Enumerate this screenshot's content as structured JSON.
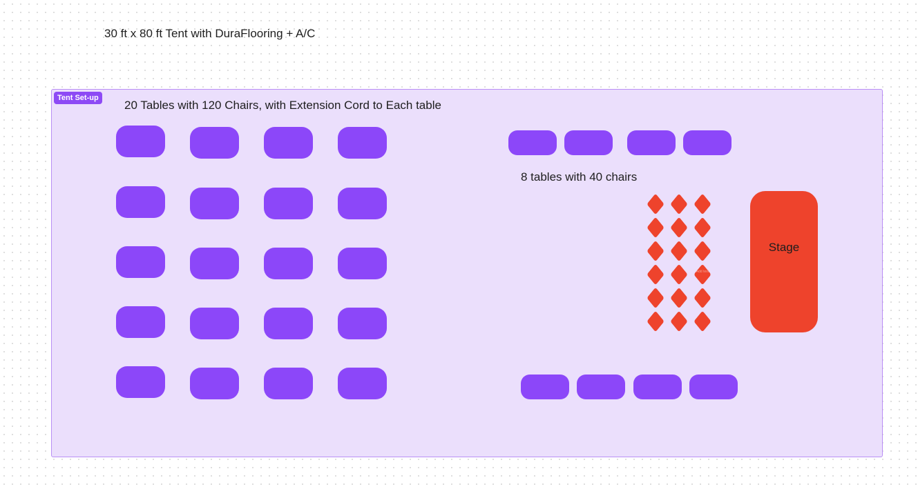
{
  "title": "30 ft x 80 ft Tent with DuraFlooring + A/C",
  "frame": {
    "label": "Tent Set-up",
    "color": "#ebdffc"
  },
  "sections": {
    "left_caption": "20 Tables with 120 Chairs, with Extension Cord to Each table",
    "right_caption": "8 tables with 40 chairs"
  },
  "colors": {
    "table": "#8c47f9",
    "chair": "#ee432c",
    "stage": "#ee432c"
  },
  "left_tables": {
    "rows": 5,
    "cols": 4
  },
  "right_tables": {
    "top_row": 4,
    "bottom_row": 4
  },
  "chairs": {
    "rows": 6,
    "cols": 3,
    "placeholder": "Add text"
  },
  "stage": {
    "label": "Stage"
  }
}
